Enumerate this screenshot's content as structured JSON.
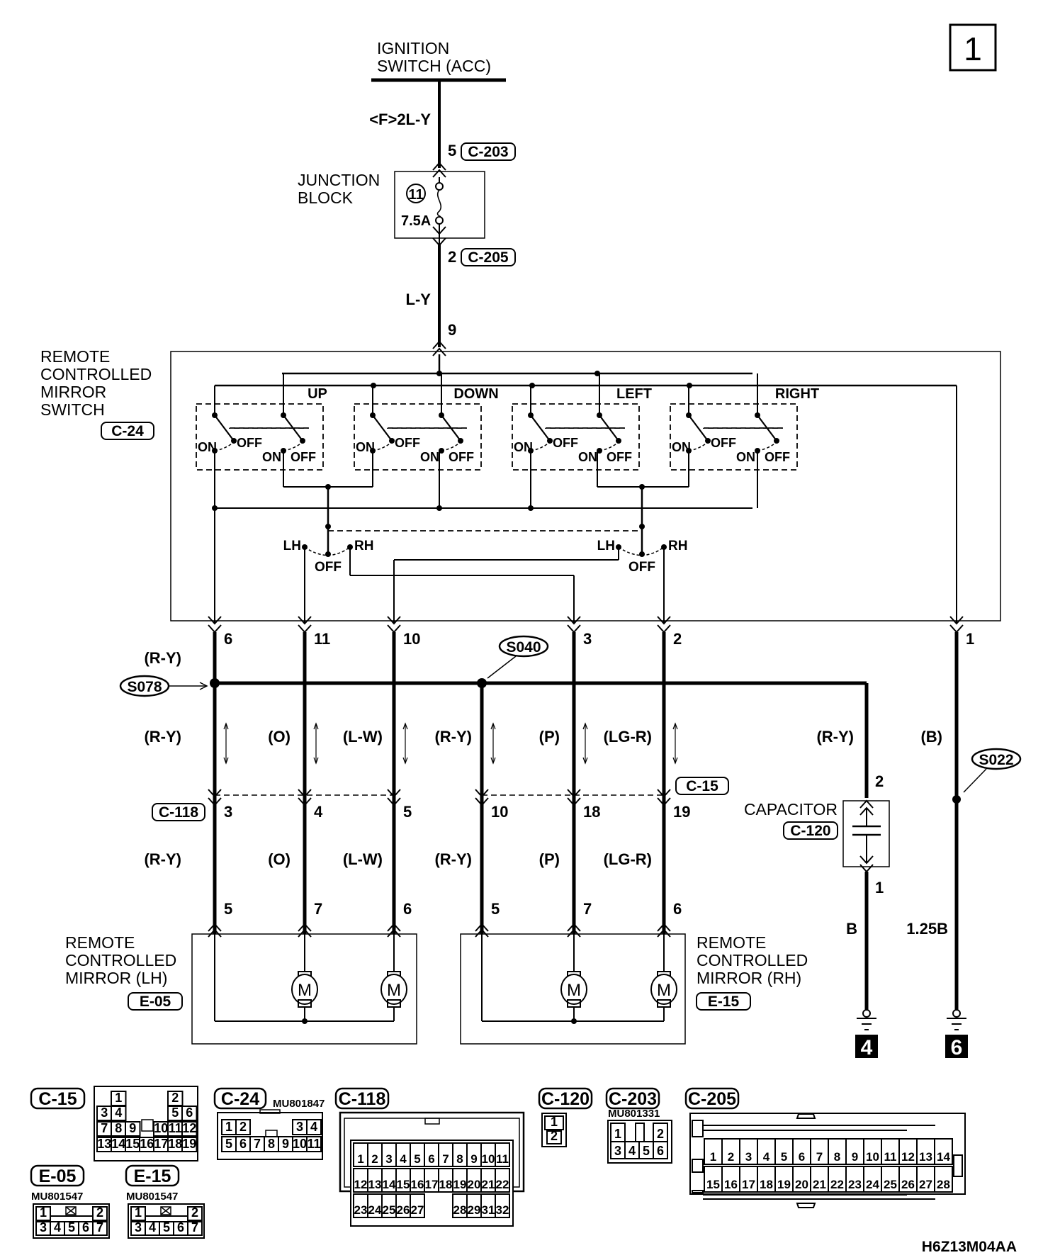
{
  "page_number": "1",
  "diagram_code": "H6Z13M04AA",
  "power_source": {
    "label_line1": "IGNITION",
    "label_line2": "SWITCH (ACC)"
  },
  "feed_wire": {
    "color": "<F>2L-Y",
    "pin_in": "5",
    "connector_in": "C-203",
    "pin_out": "2",
    "connector_out": "C-205",
    "color_out": "L-Y",
    "switch_pin": "9"
  },
  "junction_block": {
    "label_line1": "JUNCTION",
    "label_line2": "BLOCK",
    "fuse_number": "11",
    "fuse_rating": "7.5A"
  },
  "mirror_switch": {
    "label_lines": [
      "REMOTE",
      "CONTROLLED",
      "MIRROR",
      "SWITCH"
    ],
    "connector": "C-24",
    "sections": [
      "UP",
      "DOWN",
      "LEFT",
      "RIGHT"
    ],
    "contact_on": "ON",
    "contact_off": "OFF",
    "selector_left": "LH",
    "selector_right": "RH",
    "selector_off": "OFF"
  },
  "switch_pins": [
    "6",
    "11",
    "10",
    "3",
    "2",
    "1"
  ],
  "splices": {
    "left": "S078",
    "middle": "S040",
    "ground": "S022"
  },
  "upper_wire_colors": [
    "(R-Y)",
    "(R-Y)",
    "(O)",
    "(L-W)",
    "(R-Y)",
    "(P)",
    "(LG-R)",
    "(R-Y)",
    "(B)"
  ],
  "connector_c118": {
    "name": "C-118",
    "pins": [
      "3",
      "4",
      "5"
    ]
  },
  "connector_c15": {
    "name": "C-15",
    "pins": [
      "10",
      "18",
      "19"
    ]
  },
  "lower_wire_colors": [
    "(R-Y)",
    "(O)",
    "(L-W)",
    "(R-Y)",
    "(P)",
    "(LG-R)"
  ],
  "capacitor": {
    "label": "CAPACITOR",
    "connector": "C-120",
    "pin_top": "2",
    "pin_bottom": "1",
    "ground_wire": "B"
  },
  "ground_wire_2": "1.25B",
  "grounds": [
    "4",
    "6"
  ],
  "mirror_lh": {
    "label_lines": [
      "REMOTE",
      "CONTROLLED",
      "MIRROR (LH)"
    ],
    "connector": "E-05",
    "pins": [
      "5",
      "7",
      "6"
    ],
    "motor_symbol": "M"
  },
  "mirror_rh": {
    "label_lines": [
      "REMOTE",
      "CONTROLLED",
      "MIRROR (RH)"
    ],
    "connector": "E-15",
    "pins": [
      "5",
      "7",
      "6"
    ],
    "motor_symbol": "M"
  },
  "connector_views": {
    "c15": {
      "name": "C-15",
      "rows": [
        [
          "1",
          "2"
        ],
        [
          "3",
          "4",
          "5",
          "6"
        ],
        [
          "7",
          "8",
          "9",
          "10",
          "11",
          "12"
        ],
        [
          "13",
          "14",
          "15",
          "16",
          "17",
          "18",
          "19"
        ]
      ]
    },
    "c24": {
      "name": "C-24",
      "part": "MU801847",
      "rows": [
        [
          "1",
          "2",
          "3",
          "4"
        ],
        [
          "5",
          "6",
          "7",
          "8",
          "9",
          "10",
          "11"
        ]
      ]
    },
    "c118": {
      "name": "C-118",
      "rows": [
        [
          "1",
          "2",
          "3",
          "4",
          "5",
          "6",
          "7",
          "8",
          "9",
          "10",
          "11"
        ],
        [
          "12",
          "13",
          "14",
          "15",
          "16",
          "17",
          "18",
          "19",
          "20",
          "21",
          "22"
        ],
        [
          "23",
          "24",
          "25",
          "26",
          "27",
          "28",
          "29",
          "30",
          "31",
          "32"
        ]
      ]
    },
    "c120": {
      "name": "C-120",
      "rows": [
        [
          "1"
        ],
        [
          "2"
        ]
      ]
    },
    "c203": {
      "name": "C-203",
      "part": "MU801331",
      "rows": [
        [
          "1",
          "2"
        ],
        [
          "3",
          "4",
          "5",
          "6"
        ]
      ]
    },
    "c205": {
      "name": "C-205",
      "rows": [
        [
          "1",
          "2",
          "3",
          "4",
          "5",
          "6",
          "7",
          "8",
          "9",
          "10",
          "11",
          "12",
          "13",
          "14"
        ],
        [
          "15",
          "16",
          "17",
          "18",
          "19",
          "20",
          "21",
          "22",
          "23",
          "24",
          "25",
          "26",
          "27",
          "28"
        ]
      ]
    },
    "e05": {
      "name": "E-05",
      "part": "MU801547",
      "rows": [
        [
          "1",
          "2"
        ],
        [
          "3",
          "4",
          "5",
          "6",
          "7"
        ]
      ]
    },
    "e15": {
      "name": "E-15",
      "part": "MU801547",
      "rows": [
        [
          "1",
          "2"
        ],
        [
          "3",
          "4",
          "5",
          "6",
          "7"
        ]
      ]
    }
  }
}
